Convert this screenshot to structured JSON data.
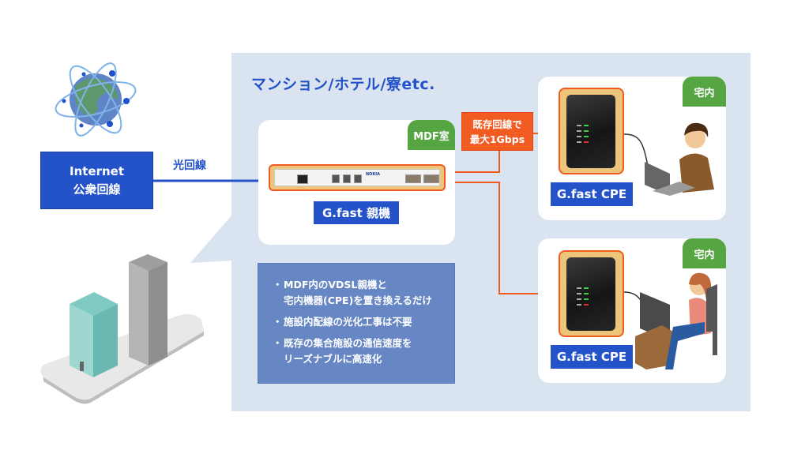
{
  "panel": {
    "title": "マンション/ホテル/寮etc.",
    "background": "#d9e4f0"
  },
  "internet": {
    "line1": "Internet",
    "line2": "公衆回線",
    "color": "#2352c9"
  },
  "fiber_label": "光回線",
  "mdf": {
    "tag": "MDF室",
    "device_brand": "NOKIA",
    "label": "G.fast 親機"
  },
  "speed_label": {
    "line1": "既存回線で",
    "line2": "最大1Gbps",
    "color": "#f25b22"
  },
  "cpe_rooms": [
    {
      "tag": "宅内",
      "label": "G.fast CPE",
      "user": "man-with-laptop"
    },
    {
      "tag": "宅内",
      "label": "G.fast CPE",
      "user": "woman-with-monitor"
    }
  ],
  "bullets": [
    {
      "bullet": "・",
      "lines": [
        "MDF内のVDSL親機と",
        "宅内機器(CPE)を置き換えるだけ"
      ]
    },
    {
      "bullet": "・",
      "lines": [
        "施設内配線の光化工事は不要"
      ]
    },
    {
      "bullet": "・",
      "lines": [
        "既存の集合施設の通信速度を",
        "リーズナブルに高速化"
      ]
    }
  ],
  "colors": {
    "accent_blue": "#2352c9",
    "tag_green": "#55a543",
    "line_orange": "#f05a1e",
    "device_frame": "#ecc57a",
    "bullet_box": "#6687c4"
  }
}
